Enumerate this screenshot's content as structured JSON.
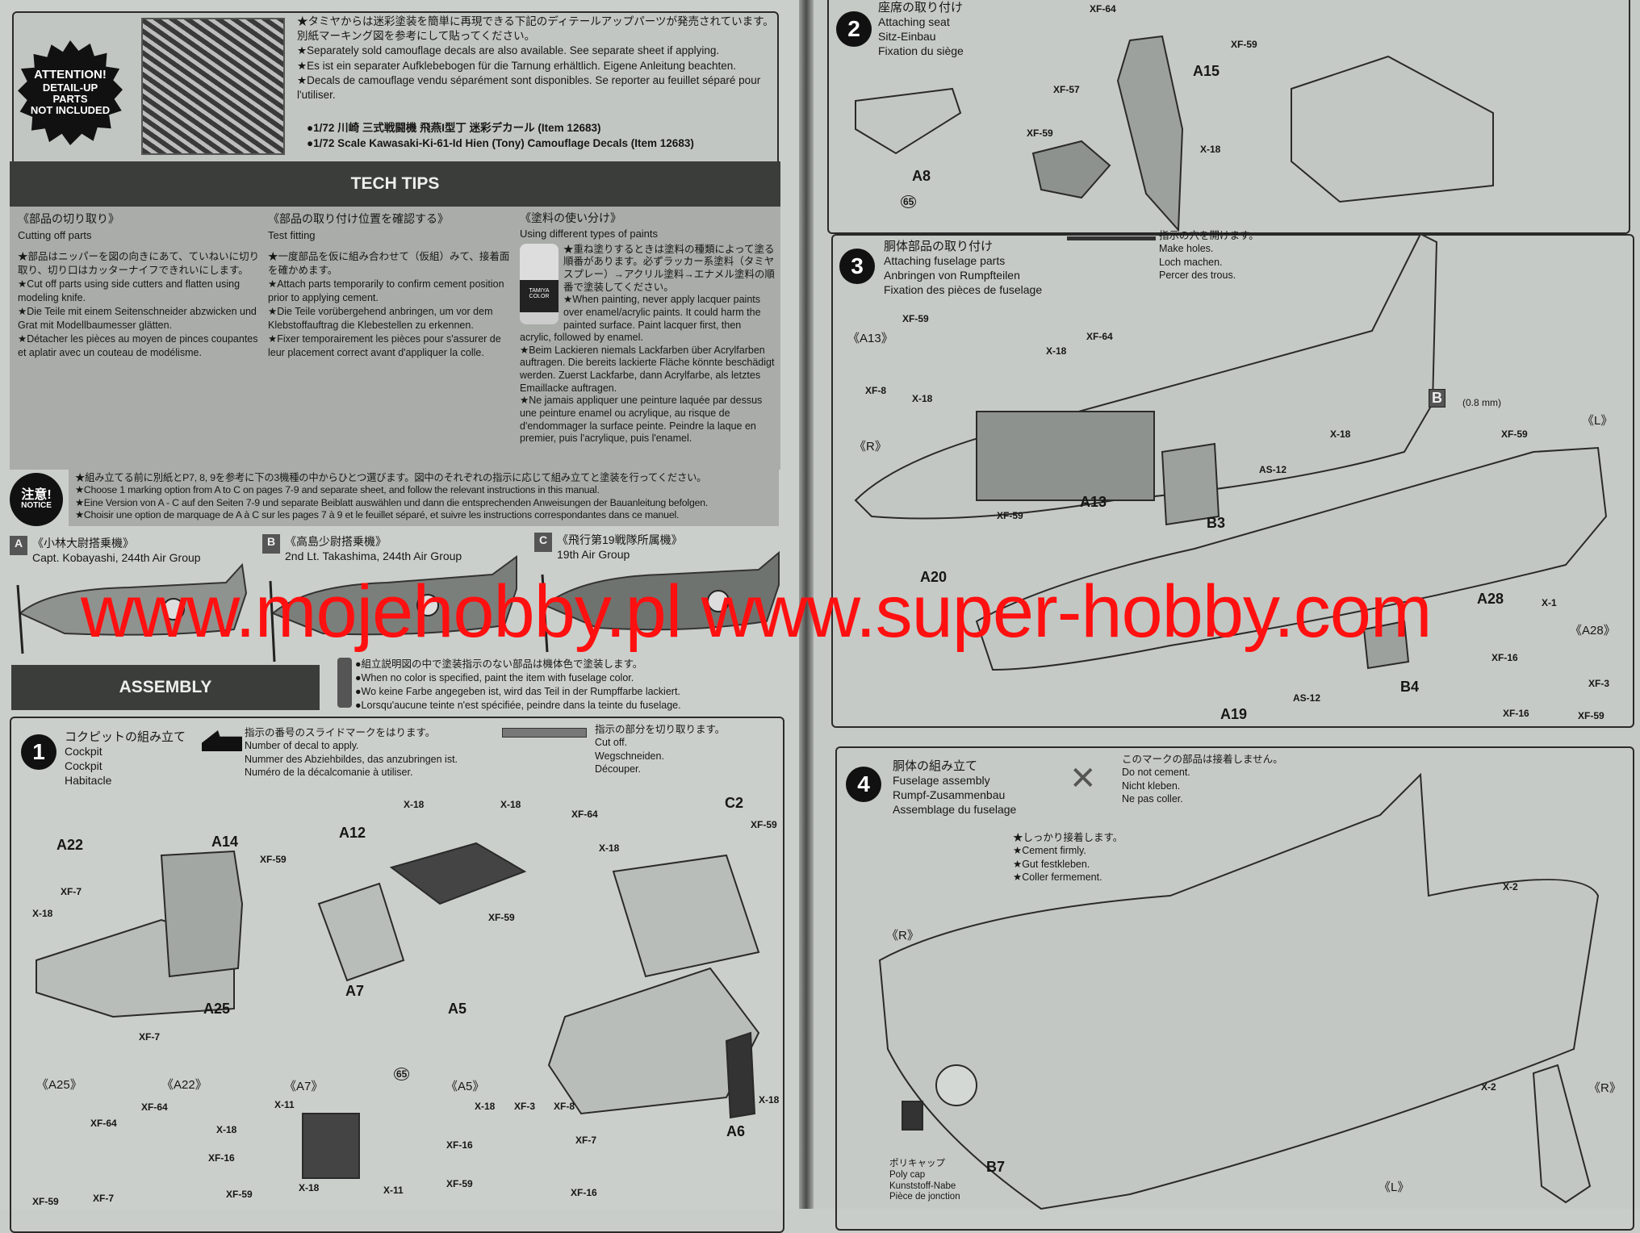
{
  "attention": {
    "badge": [
      "ATTENTION!",
      "DETAIL-UP",
      "PARTS",
      "NOT INCLUDED"
    ],
    "lines": [
      "★タミヤからは迷彩塗装を簡単に再現できる下記のディテールアップパーツが発売されています。別紙マーキング図を参考にして貼ってください。",
      "★Separately sold camouflage decals are also available. See separate sheet if applying.",
      "★Es ist ein separater Aufklebebogen für die Tarnung erhältlich. Eigene Anleitung beachten.",
      "★Decals de camouflage vendu séparément sont disponibles. Se reporter au feuillet séparé pour l'utiliser."
    ],
    "items": [
      "●1/72 川崎 三式戦闘機 飛燕I型丁 迷彩デカール (Item 12683)",
      "●1/72 Scale Kawasaki-Ki-61-Id Hien (Tony) Camouflage Decals (Item 12683)"
    ]
  },
  "tech_tips": {
    "title": "TECH TIPS",
    "columns": [
      {
        "jp": "《部品の切り取り》",
        "en": "Cutting off parts",
        "body": [
          "★部品はニッパーを図の向きにあて、ていねいに切り取り、切り口はカッターナイフできれいにします。",
          "★Cut off parts using side cutters and flatten using modeling knife.",
          "★Die Teile mit einem Seitenschneider abzwicken und Grat mit Modellbaumesser glätten.",
          "★Détacher les pièces au moyen de pinces coupantes et aplatir avec un couteau de modélisme."
        ]
      },
      {
        "jp": "《部品の取り付け位置を確認する》",
        "en": "Test fitting",
        "body": [
          "★一度部品を仮に組み合わせて（仮組）みて、接着面を確かめます。",
          "★Attach parts temporarily to confirm cement position prior to applying cement.",
          "★Die Teile vorübergehend anbringen, um vor dem Klebstoffauftrag die Klebestellen zu erkennen.",
          "★Fixer temporairement les pièces pour s'assurer de leur placement correct avant d'appliquer la colle."
        ]
      },
      {
        "jp": "《塗料の使い分け》",
        "en": "Using different types of paints",
        "body": [
          "★重ね塗りするときは塗料の種類によって塗る順番があります。必ずラッカー系塗料（タミヤスプレー）→アクリル塗料→エナメル塗料の順番で塗装してください。",
          "★When painting, never apply lacquer paints over enamel/acrylic paints. It could harm the painted surface. Paint lacquer first, then acrylic, followed by enamel.",
          "★Beim Lackieren niemals Lackfarben über Acrylfarben auftragen. Die bereits lackierte Fläche könnte beschädigt werden. Zuerst Lackfarbe, dann Acrylfarbe, als letztes Emaillacke auftragen.",
          "★Ne jamais appliquer une peinture laquée par dessus une peinture enamel ou acrylique, au risque de d'endommager la surface peinte. Peindre la laque en premier, puis l'acrylique, puis l'enamel."
        ]
      }
    ],
    "can_label": "TAMIYA COLOR"
  },
  "notice": {
    "badge_jp": "注意!",
    "badge_en": "NOTICE",
    "lines": [
      "★組み立てる前に別紙とP7, 8, 9を参考に下の3機種の中からひとつ選びます。図中のそれぞれの指示に応じて組み立てと塗装を行ってください。",
      "★Choose 1 marking option from A to C on pages 7-9 and separate sheet, and follow the relevant instructions in this manual.",
      "★Eine Version von A - C auf den Seiten 7-9 und separate Beiblatt auswählen und dann die entsprechenden Anweisungen der Bauanleitung befolgen.",
      "★Choisir une option de marquage de A à C sur les pages 7 à 9 et le feuillet séparé, et suivre les instructions correspondantes dans ce manuel."
    ]
  },
  "markings": [
    {
      "letter": "A",
      "jp": "《小林大尉搭乗機》",
      "en": "Capt. Kobayashi, 244th Air Group"
    },
    {
      "letter": "B",
      "jp": "《高島少尉搭乗機》",
      "en": "2nd Lt. Takashima, 244th Air Group"
    },
    {
      "letter": "C",
      "jp": "《飛行第19戦隊所属機》",
      "en": "19th Air Group"
    }
  ],
  "assembly": {
    "title": "ASSEMBLY",
    "color_note": [
      "●組立説明図の中で塗装指示のない部品は機体色で塗装します。",
      "●When no color is specified, paint the item with fuselage color.",
      "●Wo keine Farbe angegeben ist, wird das Teil in der Rumpffarbe lackiert.",
      "●Lorsqu'aucune teinte n'est spécifiée, peindre dans la teinte du fuselage."
    ]
  },
  "steps": [
    {
      "num": "1",
      "jp": "コクピットの組み立て",
      "en": "Cockpit",
      "de": "Cockpit",
      "fr": "Habitacle",
      "legend_decal": [
        "指示の番号のスライドマークをはります。",
        "Number of decal to apply.",
        "Nummer des Abziehbildes, das anzubringen ist.",
        "Numéro de la décalcomanie à utiliser."
      ],
      "legend_cut": [
        "指示の部分を切り取ります。",
        "Cut off.",
        "Wegschneiden.",
        "Découper."
      ]
    },
    {
      "num": "2",
      "jp": "座席の取り付け",
      "en": "Attaching seat",
      "de": "Sitz-Einbau",
      "fr": "Fixation du siège"
    },
    {
      "num": "3",
      "jp": "胴体部品の取り付け",
      "en": "Attaching fuselage parts",
      "de": "Anbringen von Rumpfteilen",
      "fr": "Fixation des pièces de fuselage",
      "legend_holes": [
        "指示の穴を開けます。",
        "Make holes.",
        "Loch machen.",
        "Percer des trous."
      ]
    },
    {
      "num": "4",
      "jp": "胴体の組み立て",
      "en": "Fuselage assembly",
      "de": "Rumpf-Zusammenbau",
      "fr": "Assemblage du fuselage",
      "legend_nocement": [
        "このマークの部品は接着しません。",
        "Do not cement.",
        "Nicht kleben.",
        "Ne pas coller."
      ],
      "cement_note": [
        "★しっかり接着します。",
        "★Cement firmly.",
        "★Gut festkleben.",
        "★Coller fermement."
      ],
      "polycap": [
        "ポリキャップ",
        "Poly cap",
        "Kunststoff-Nabe",
        "Pièce de jonction"
      ]
    }
  ],
  "callouts": {
    "s1": [
      "A22",
      "A14",
      "XF-59",
      "XF-7",
      "X-18",
      "A25",
      "XF-7",
      "A12",
      "X-18",
      "X-18",
      "XF-59",
      "A7",
      "XF-64",
      "C2",
      "XF-59",
      "X-18",
      "A5",
      "A6",
      "X-18"
    ],
    "s1_sub": [
      "《A25》",
      "《A22》",
      "《A7》",
      "《A5》"
    ],
    "s1_detail": [
      "XF-64",
      "XF-59",
      "XF-7",
      "XF-64",
      "X-18",
      "XF-16",
      "XF-59",
      "X-11",
      "X-18",
      "X-11",
      "65",
      "X-18",
      "XF-3",
      "XF-8",
      "XF-16",
      "XF-7",
      "XF-59",
      "XF-16"
    ],
    "s2": [
      "XF-64",
      "XF-59",
      "A15",
      "XF-57",
      "XF-59",
      "X-18",
      "A8",
      "65"
    ],
    "s3": [
      "《A13》",
      "XF-59",
      "XF-64",
      "X-18",
      "XF-8",
      "X-18",
      "《R》",
      "XF-59",
      "A13",
      "B3",
      "AS-12",
      "B",
      "(0.8 mm)",
      "X-18",
      "XF-59",
      "《L》",
      "A20",
      "X-1",
      "《A28》",
      "XF-16",
      "XF-3",
      "XF-16",
      "XF-59",
      "B4",
      "AS-12",
      "A19",
      "A28"
    ],
    "s4": [
      "X-2",
      "《R》",
      "B7",
      "X-2",
      "《R》",
      "《L》"
    ]
  },
  "watermark": "www.mojehobby.pl www.super-hobby.com",
  "colors": {
    "paper": "#c9cdc9",
    "panel": "#a9aca9",
    "bar": "#3b3d3b",
    "watermark": "#ff1010"
  }
}
